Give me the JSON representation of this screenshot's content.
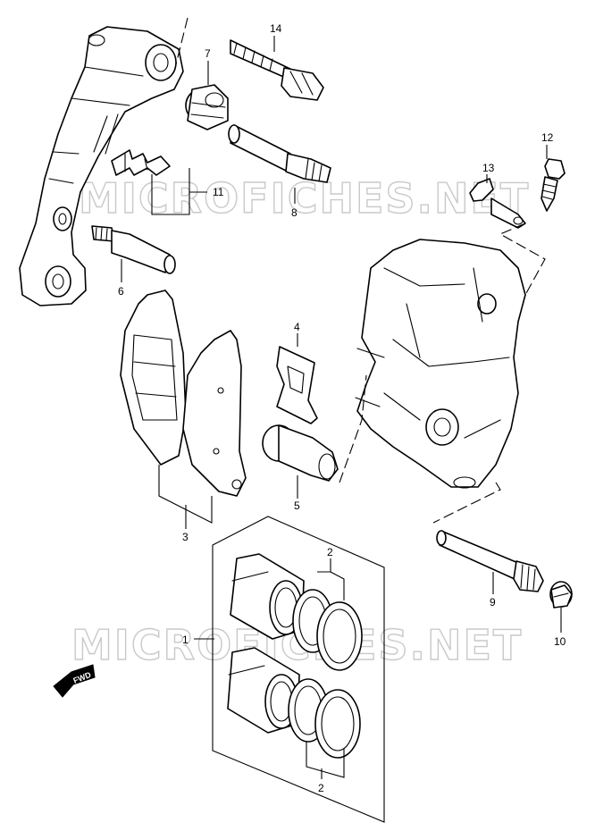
{
  "watermark": "MICROFICHES.NET",
  "direction_marker": "FWD",
  "callouts": {
    "c1": "1",
    "c2a": "2",
    "c2b": "2",
    "c3": "3",
    "c4": "4",
    "c5": "5",
    "c6": "6",
    "c7": "7",
    "c8": "8",
    "c9": "9",
    "c10": "10",
    "c11": "11",
    "c12": "12",
    "c13": "13",
    "c14": "14"
  }
}
